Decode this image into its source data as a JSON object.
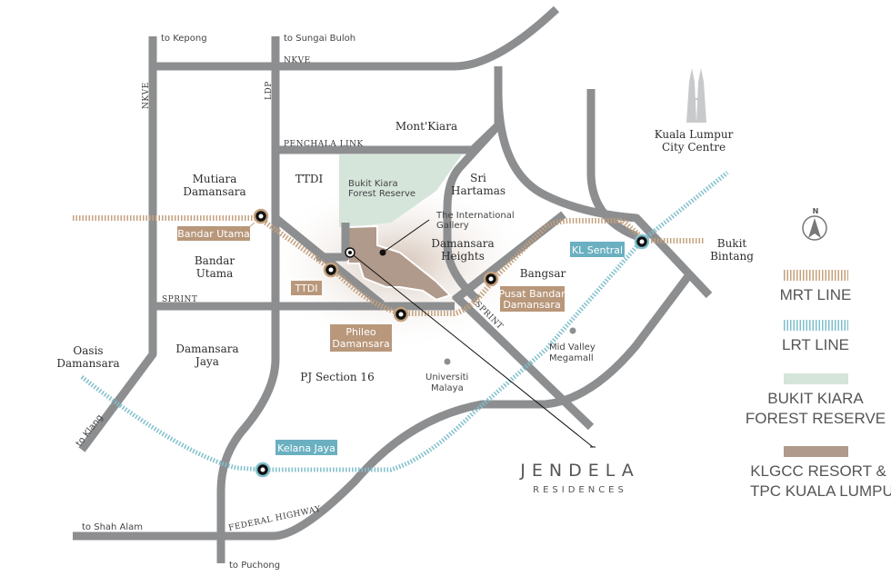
{
  "colors": {
    "road": "#8d8e90",
    "mrt": "#c4a17e",
    "lrt": "#7fbfcc",
    "forest": "#d5e5da",
    "golf": "#b09a8c",
    "mrt_label": "#b8977a",
    "lrt_label": "#6ab0c0"
  },
  "roads": {
    "nkve_top": "NKVE",
    "nkve_left": "NKVE",
    "ldp": "LDP",
    "penchala": "PENCHALA LINK",
    "sprint_left": "SPRINT",
    "sprint_right": "SPRINT",
    "federal": "FEDERAL HIGHWAY"
  },
  "directions": {
    "kepong": "to Kepong",
    "sungai_buloh": "to Sungai Buloh",
    "klang": "to Klang",
    "shah_alam": "to Shah Alam",
    "puchong": "to Puchong"
  },
  "places": {
    "mont_kiara": "Mont'Kiara",
    "mutiara1": "Mutiara",
    "mutiara2": "Damansara",
    "ttdi": "TTDI",
    "sri1": "Sri",
    "sri2": "Hartamas",
    "dh1": "Damansara",
    "dh2": "Heights",
    "bu1": "Bandar",
    "bu2": "Utama",
    "bangsar": "Bangsar",
    "oasis1": "Oasis",
    "oasis2": "Damansara",
    "dj1": "Damansara",
    "dj2": "Jaya",
    "pj16": "PJ Section 16",
    "klcc1": "Kuala Lumpur",
    "klcc2": "City Centre",
    "bb1": "Bukit",
    "bb2": "Bintang"
  },
  "landmarks": {
    "forest1": "Bukit Kiara",
    "forest2": "Forest Reserve",
    "gallery1": "The International",
    "gallery2": "Gallery",
    "mv1": "Mid Valley",
    "mv2": "Megamall",
    "um1": "Universiti",
    "um2": "Malaya"
  },
  "stations": {
    "bandar_utama": "Bandar Utama",
    "ttdi": "TTDI",
    "phileo1": "Phileo",
    "phileo2": "Damansara",
    "pbd1": "Pusat Bandar",
    "pbd2": "Damansara",
    "kl_sentral": "KL Sentral",
    "kelana_jaya": "Kelana Jaya"
  },
  "brand": {
    "name": "JENDELA",
    "sub": "RESIDENCES"
  },
  "compass": "N",
  "legend": {
    "mrt": "MRT LINE",
    "lrt": "LRT LINE",
    "forest1": "BUKIT KIARA",
    "forest2": "FOREST RESERVE",
    "golf1": "KLGCC RESORT &",
    "golf2": "TPC KUALA LUMPUR"
  }
}
